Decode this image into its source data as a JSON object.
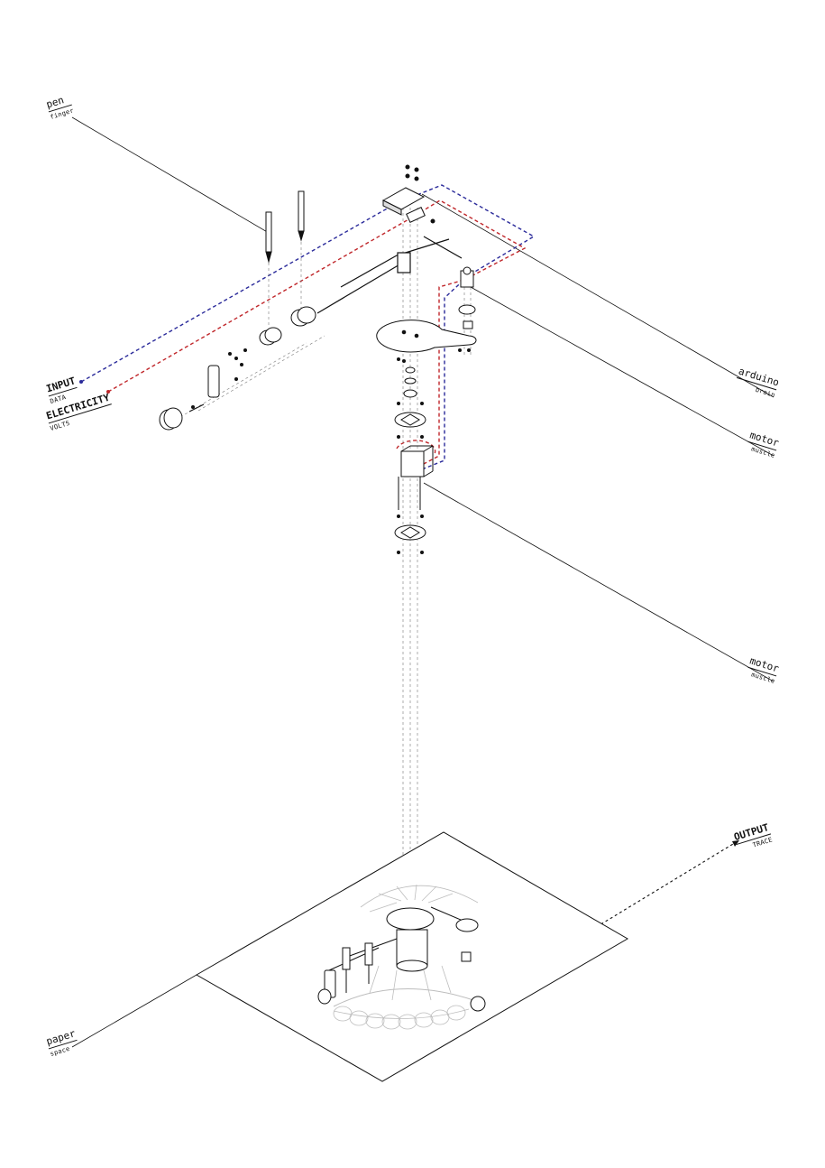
{
  "labels": {
    "pen": {
      "main": "pen",
      "sub": "finger"
    },
    "input": {
      "main": "INPUT",
      "sub": "DATA"
    },
    "electricity": {
      "main": "ELECTRICITY",
      "sub": "VOLTS"
    },
    "arduino": {
      "main": "arduino",
      "sub": "brain"
    },
    "motor_top": {
      "main": "motor",
      "sub": "muscle"
    },
    "motor_low": {
      "main": "motor",
      "sub": "muscle"
    },
    "output": {
      "main": "OUTPUT",
      "sub": "TRACE"
    },
    "paper": {
      "main": "paper",
      "sub": "space"
    }
  },
  "colors": {
    "ink": "#111111",
    "data_line": "#2a2a9a",
    "electricity_line": "#c0262a",
    "ghost": "#bdbdbd"
  }
}
